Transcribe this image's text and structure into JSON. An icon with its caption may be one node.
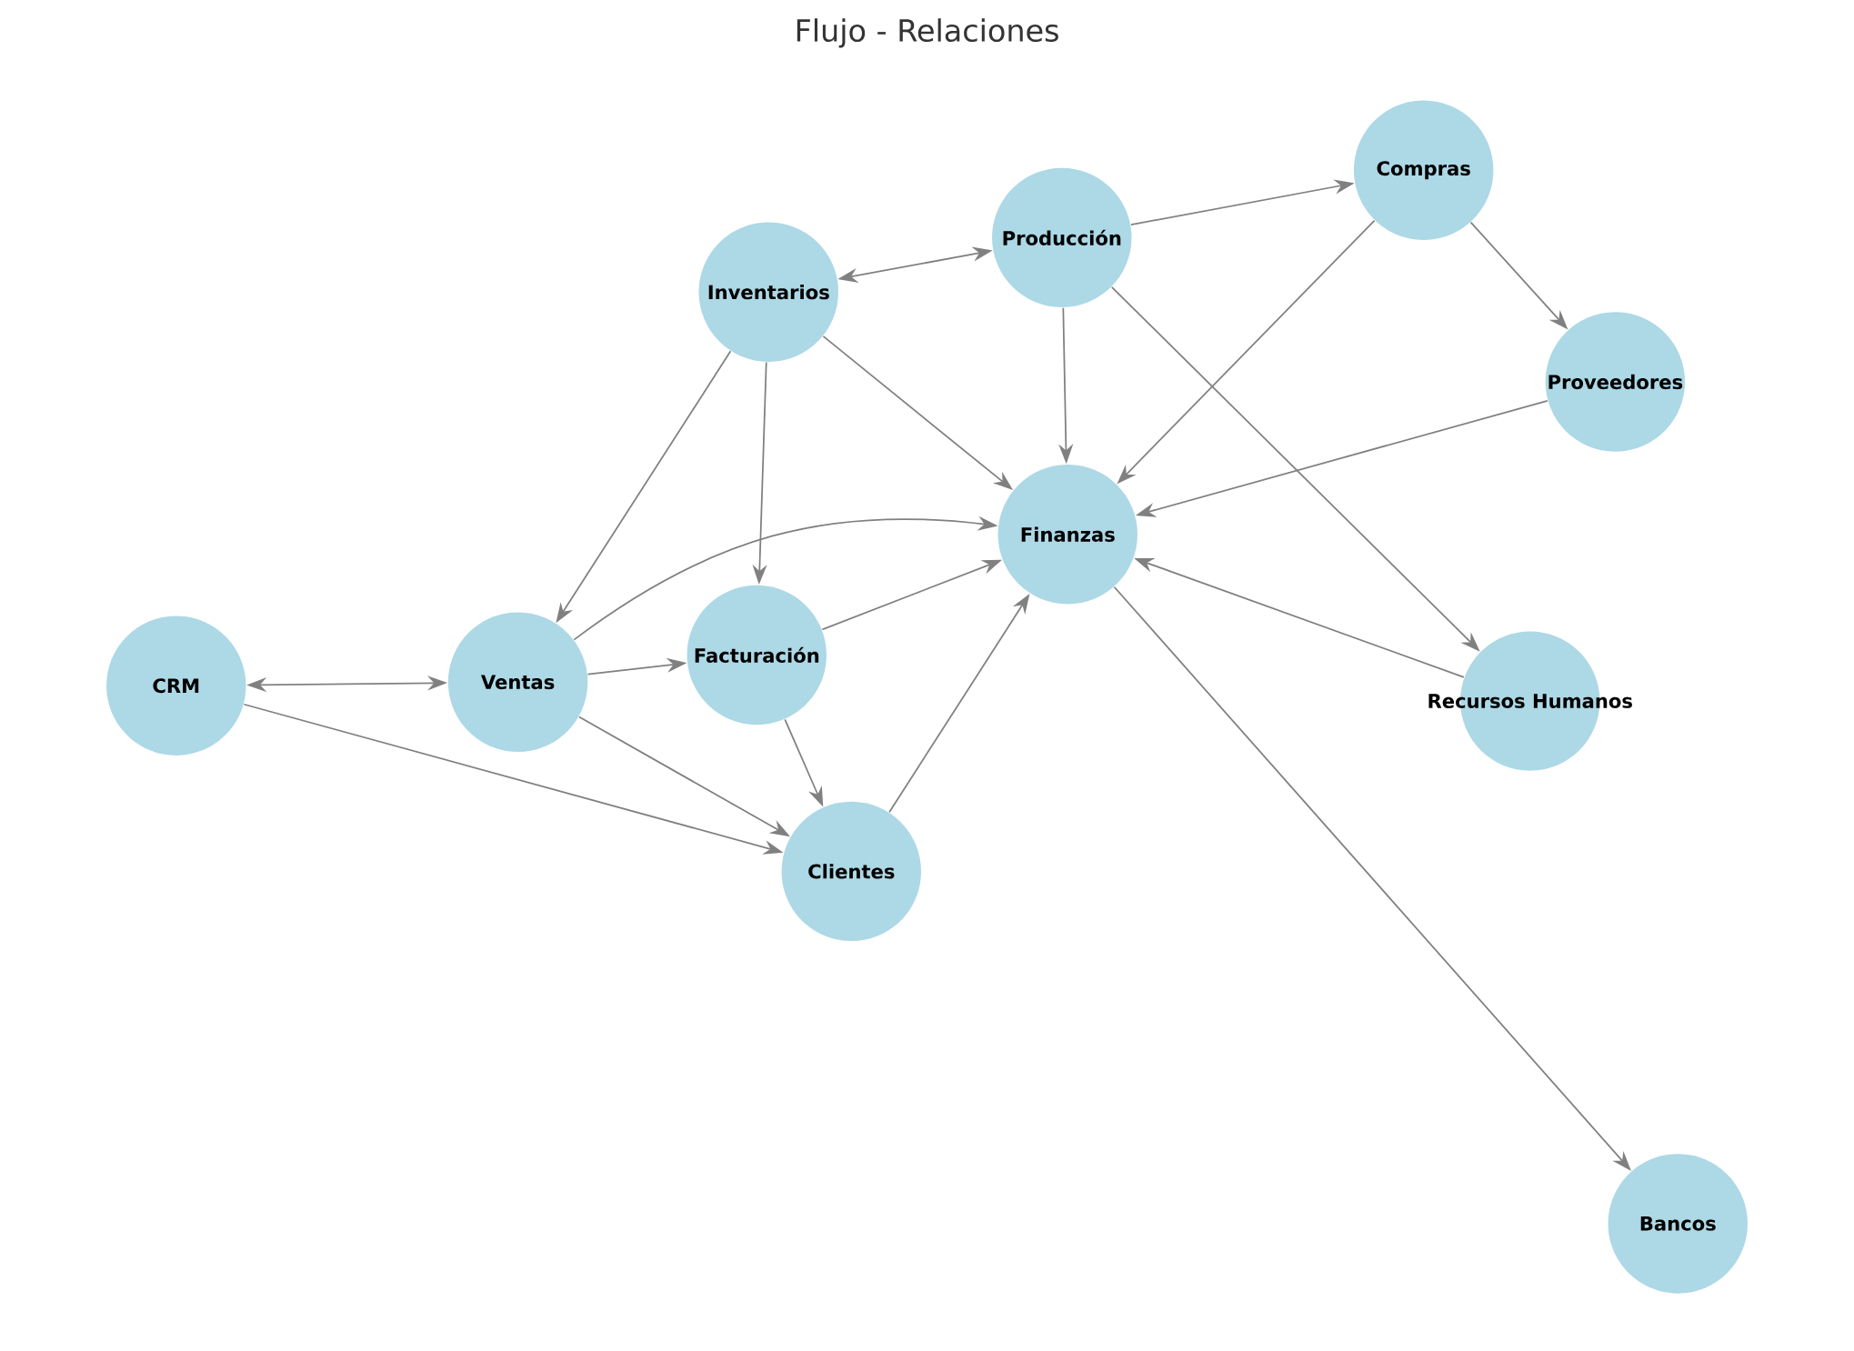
{
  "diagram": {
    "title": "Flujo - Relaciones",
    "nodes": [
      {
        "text": [
          "Compras"
        ]
      },
      {
        "text": [
          "Producción"
        ]
      },
      {
        "text": [
          "Inventarios"
        ]
      },
      {
        "text": [
          "Proveedores"
        ]
      },
      {
        "text": [
          "Finanzas"
        ]
      },
      {
        "text": [
          "CRM"
        ]
      },
      {
        "text": [
          "Ventas"
        ]
      },
      {
        "text": [
          "Facturación"
        ]
      },
      {
        "text": [
          "Recursos Humanos"
        ]
      },
      {
        "text": [
          "Clientes"
        ]
      },
      {
        "text": [
          "Bancos"
        ]
      }
    ],
    "edges": [
      {
        "from": 1,
        "to": 0,
        "arrow": "to"
      },
      {
        "from": 2,
        "to": 1,
        "arrow": "both"
      },
      {
        "from": 0,
        "to": 3,
        "arrow": "to"
      },
      {
        "from": 0,
        "to": 4,
        "arrow": "to"
      },
      {
        "from": 1,
        "to": 4,
        "arrow": "to"
      },
      {
        "from": 1,
        "to": 8,
        "arrow": "to"
      },
      {
        "from": 3,
        "to": 4,
        "arrow": "to"
      },
      {
        "from": 2,
        "to": 4,
        "arrow": "to"
      },
      {
        "from": 2,
        "to": 6,
        "arrow": "to"
      },
      {
        "from": 2,
        "to": 7,
        "arrow": "to"
      },
      {
        "from": 6,
        "to": 4,
        "arrow": "to"
      },
      {
        "from": 7,
        "to": 4,
        "arrow": "to"
      },
      {
        "from": 6,
        "to": 7,
        "arrow": "to"
      },
      {
        "from": 5,
        "to": 6,
        "arrow": "both"
      },
      {
        "from": 5,
        "to": 9,
        "arrow": "to"
      },
      {
        "from": 6,
        "to": 9,
        "arrow": "to"
      },
      {
        "from": 7,
        "to": 9,
        "arrow": "to"
      },
      {
        "from": 9,
        "to": 4,
        "arrow": "to"
      },
      {
        "from": 8,
        "to": 4,
        "arrow": "to"
      },
      {
        "from": 4,
        "to": 10,
        "arrow": "to"
      }
    ]
  }
}
